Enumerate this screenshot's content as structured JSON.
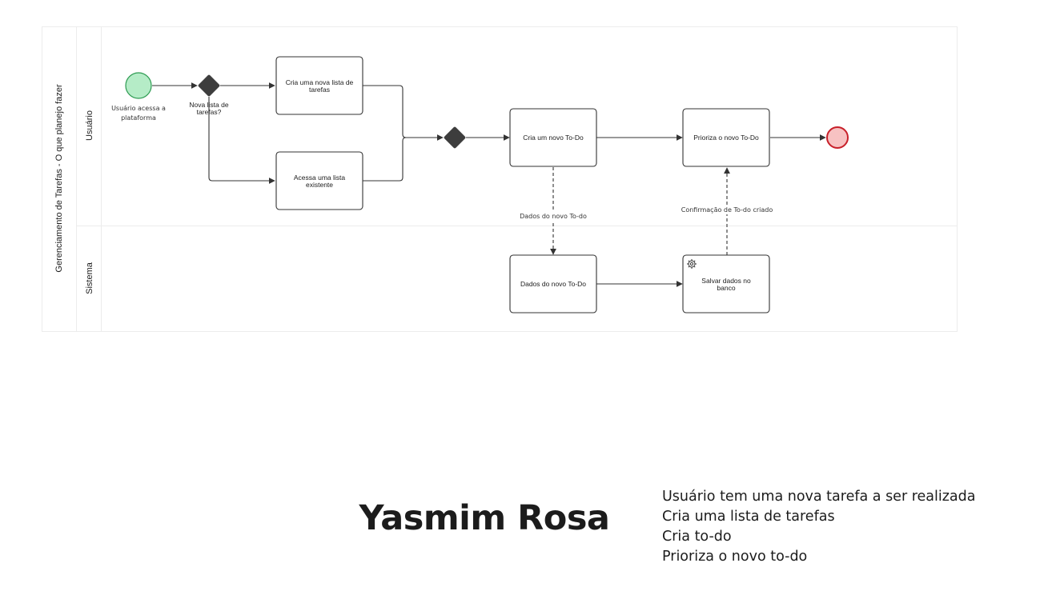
{
  "diagram": {
    "pool_title": "Gerenciamento de Tarefas - O que planejo fazer",
    "lanes": {
      "usuario": "Usuário",
      "sistema": "Sistema"
    },
    "start_event_label": [
      "Usuário acessa a",
      "plataforma"
    ],
    "gateway_label": [
      "Nova lista de",
      "tarefas?"
    ],
    "tasks": {
      "create_list": [
        "Cria uma nova lista de",
        "tarefas"
      ],
      "access_list": [
        "Acessa uma lista",
        "existente"
      ],
      "create_todo": [
        "Cria um novo To-Do"
      ],
      "prioritize_todo": [
        "Prioriza o novo To-Do"
      ],
      "todo_data": [
        "Dados do novo To-Do"
      ],
      "save_data": [
        "Salvar dados no",
        "banco"
      ]
    },
    "flow_labels": {
      "data_flow": "Dados do novo To-do",
      "confirmation_flow": "Confirmação de To-do criado"
    },
    "colors": {
      "start_fill": "#b5ecc7",
      "start_stroke": "#2e9b52",
      "end_fill": "#f7c2c2",
      "end_stroke": "#c8202a",
      "gateway_fill": "#3d3d3d",
      "line": "#333333"
    }
  },
  "author": "Yasmim Rosa",
  "notes": [
    "Usuário tem uma nova tarefa a ser realizada",
    "Cria uma lista de tarefas",
    "Cria to-do",
    "Prioriza o novo to-do"
  ]
}
